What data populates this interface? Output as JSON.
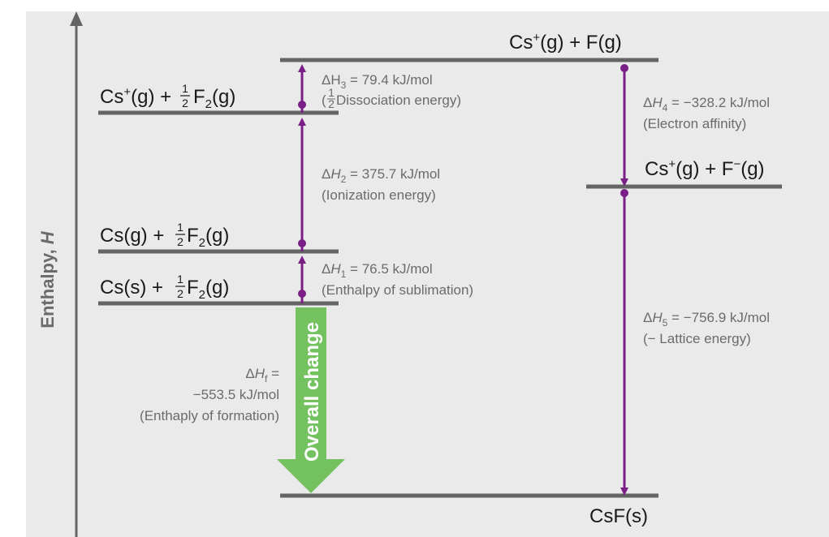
{
  "colors": {
    "background": "#eaeaea",
    "level_line": "#646464",
    "arrow": "#7a1f86",
    "overall_arrow": "#74c160",
    "label_text": "#1a1a1a",
    "annotation_text": "#6b6b6b"
  },
  "axis": {
    "label_main": "Enthalpy, ",
    "label_symbol": "H"
  },
  "levels": {
    "cs_s": {
      "base": "Cs(s) + ",
      "num": "1",
      "den": "2",
      "f": " F",
      "sub": "2",
      "tail": "(g)"
    },
    "cs_g": {
      "base": "Cs(g) + ",
      "num": "1",
      "den": "2",
      "f": " F",
      "sub": "2",
      "tail": "(g)"
    },
    "cs_plus_half_f2": {
      "base": "Cs",
      "sup": "+",
      "mid": "(g) +",
      "num": "1",
      "den": "2",
      "f": "F",
      "sub": "2",
      "tail": "(g)"
    },
    "cs_plus_f": {
      "base": "Cs",
      "sup": "+",
      "tail": "(g) + F(g)"
    },
    "cs_plus_f_minus": {
      "base": "Cs",
      "sup": "+",
      "mid": "(g) + F",
      "sup2": "−",
      "tail": "(g)"
    },
    "csf": {
      "text": "CsF(s)"
    }
  },
  "steps": {
    "h1": {
      "delta": "Δ",
      "sym": "H",
      "sub": "1",
      "value": " = 76.5 kJ/mol",
      "desc": "(Enthalpy of sublimation)"
    },
    "h2": {
      "delta": "Δ",
      "sym": "H",
      "sub": "2",
      "value": " = 375.7 kJ/mol",
      "desc": "(Ionization energy)"
    },
    "h3": {
      "delta": "Δ",
      "sym": "H",
      "sub": "3",
      "value": " = 79.4 kJ/mol",
      "desc_open": "(",
      "num": "1",
      "den": "2",
      "desc": " Dissociation energy)"
    },
    "h4": {
      "delta": "Δ",
      "sym": "H",
      "sub": "4",
      "value": " = −328.2 kJ/mol",
      "desc": "(Electron affinity)"
    },
    "h5": {
      "delta": "Δ",
      "sym": "H",
      "sub": "5",
      "value": " = −756.9 kJ/mol",
      "desc": "(− Lattice energy)"
    },
    "hf": {
      "delta": "Δ",
      "sym": "H",
      "sub": "f",
      "eq": " =",
      "value": "−553.5 kJ/mol",
      "desc": "(Enthaply of formation)"
    }
  },
  "overall": {
    "label": "Overall change"
  }
}
